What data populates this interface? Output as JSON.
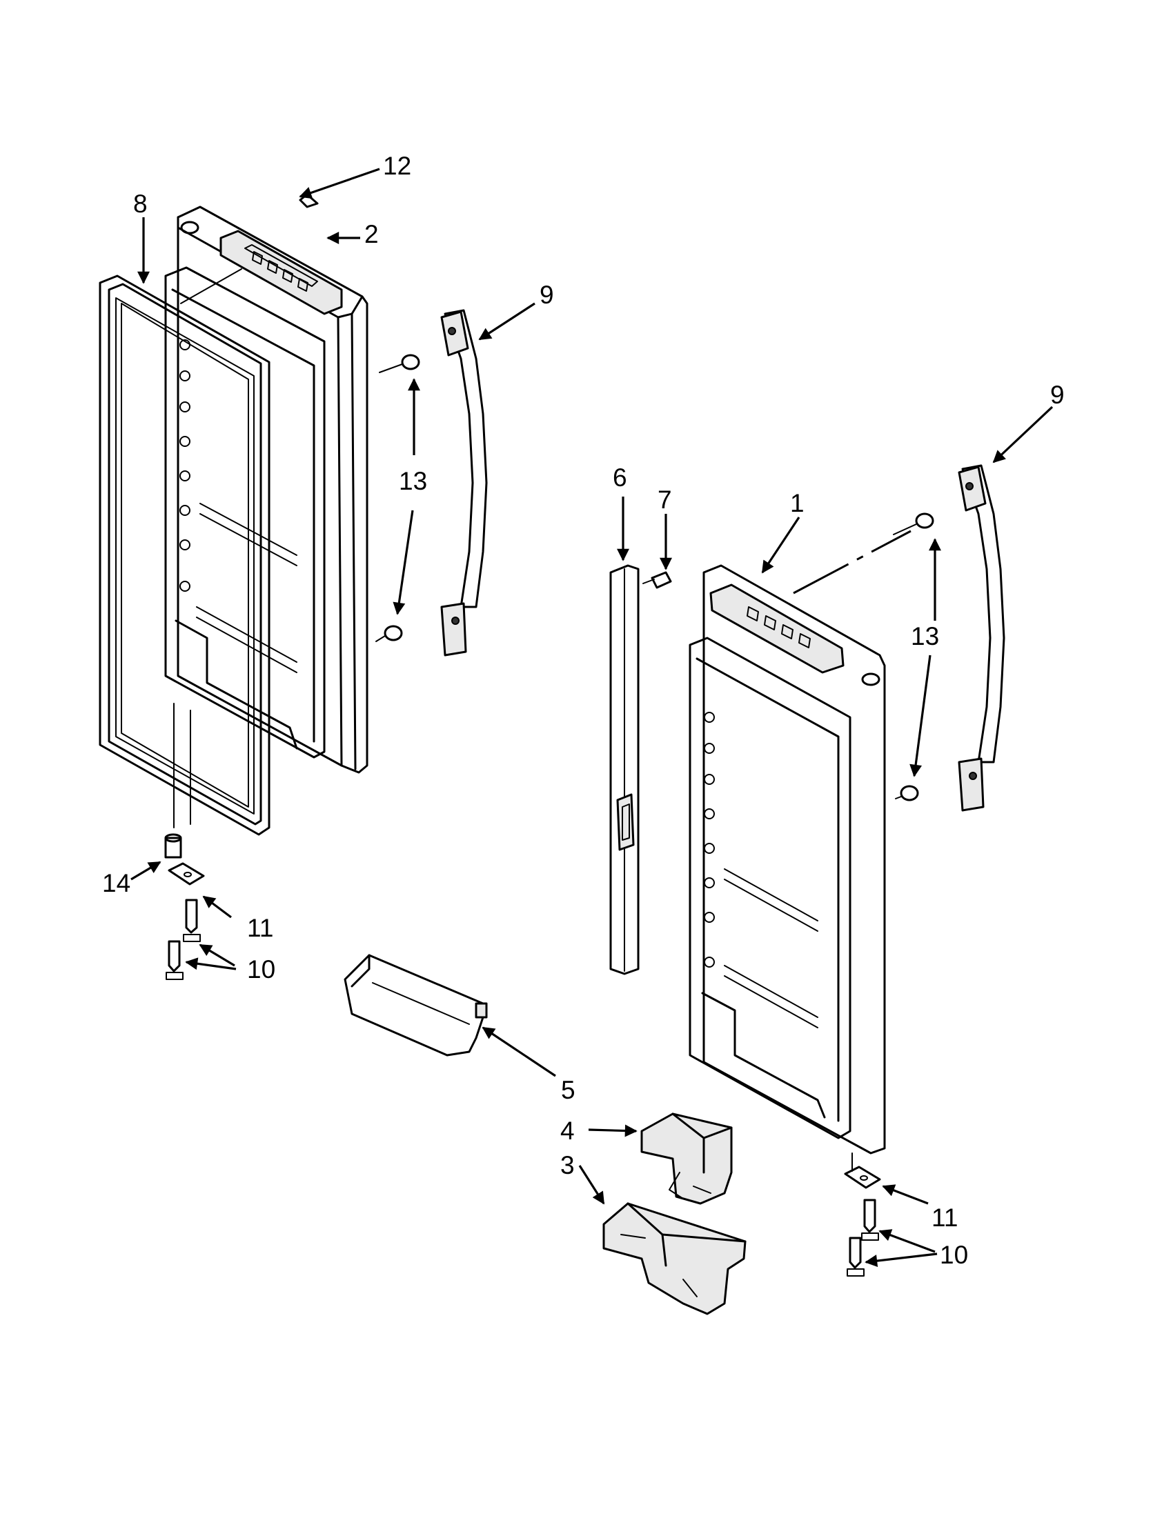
{
  "diagram": {
    "callouts": [
      {
        "id": "12-top",
        "label": "12"
      },
      {
        "id": "8",
        "label": "8"
      },
      {
        "id": "2",
        "label": "2"
      },
      {
        "id": "9-left",
        "label": "9"
      },
      {
        "id": "13-left",
        "label": "13"
      },
      {
        "id": "9-right",
        "label": "9"
      },
      {
        "id": "6",
        "label": "6"
      },
      {
        "id": "7",
        "label": "7"
      },
      {
        "id": "1",
        "label": "1"
      },
      {
        "id": "13-right",
        "label": "13"
      },
      {
        "id": "14",
        "label": "14"
      },
      {
        "id": "11-left",
        "label": "11"
      },
      {
        "id": "10-left",
        "label": "10"
      },
      {
        "id": "5",
        "label": "5"
      },
      {
        "id": "4",
        "label": "4"
      },
      {
        "id": "3",
        "label": "3"
      },
      {
        "id": "11-right",
        "label": "11"
      },
      {
        "id": "10-right",
        "label": "10"
      }
    ]
  }
}
